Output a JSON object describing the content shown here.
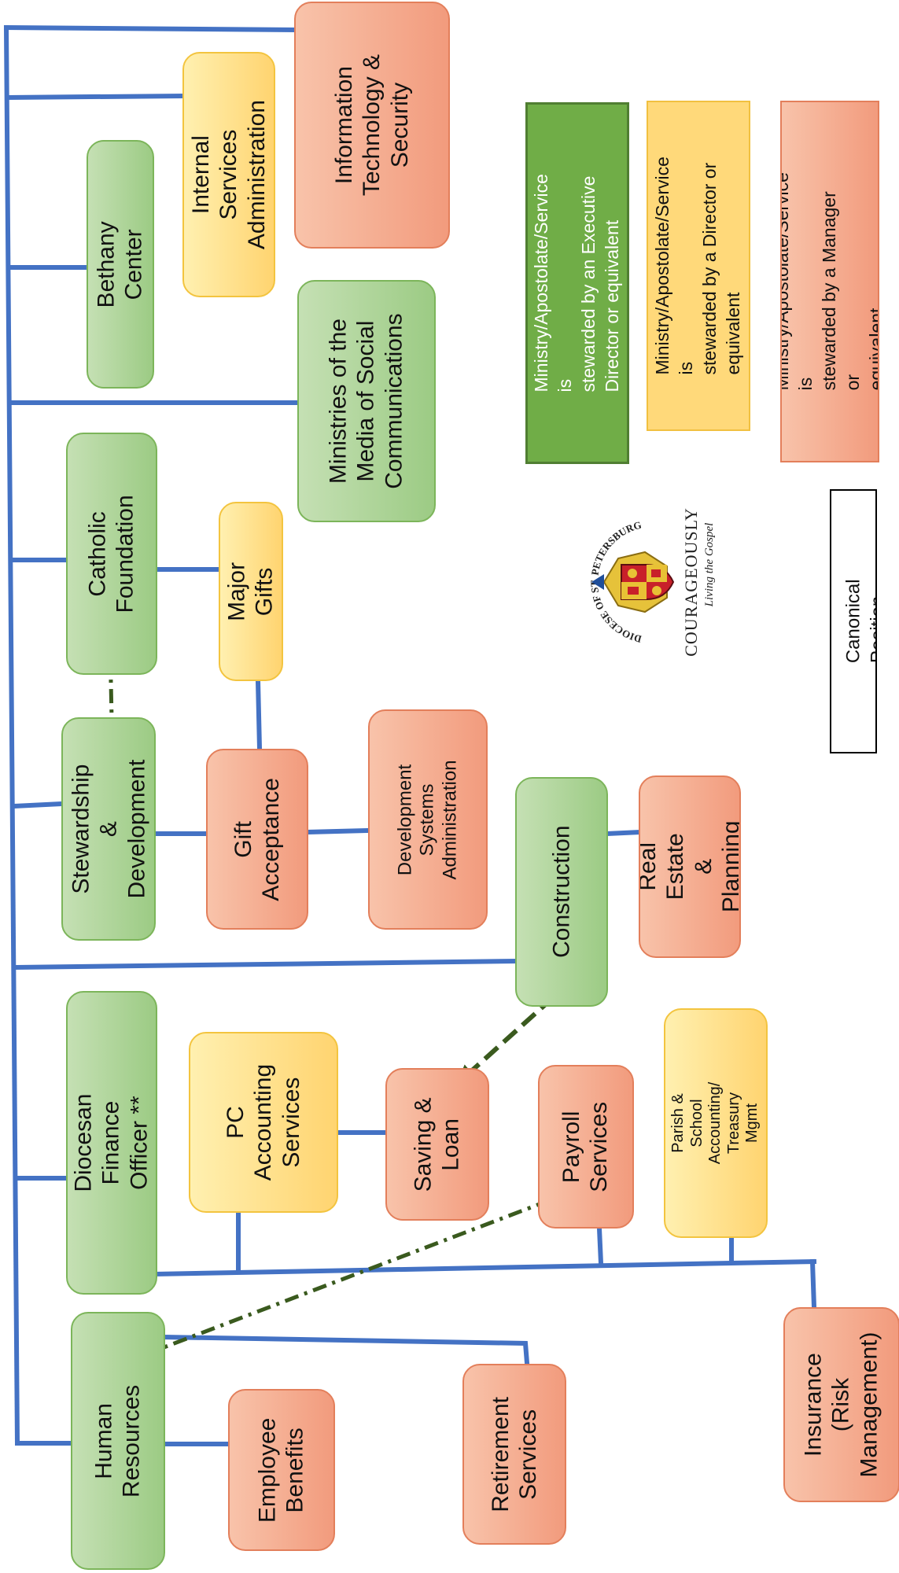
{
  "nodes": {
    "info_tech": {
      "label": "Information\nTechnology &\nSecurity",
      "level": "manager"
    },
    "internal_services": {
      "label": "Internal Services\nAdministration",
      "level": "director"
    },
    "bethany_center": {
      "label": "Bethany Center",
      "level": "executive"
    },
    "media_social": {
      "label": "Ministries of the\nMedia of Social\nCommunications",
      "level": "executive"
    },
    "catholic_foundation": {
      "label": "Catholic\nFoundation",
      "level": "executive"
    },
    "major_gifts": {
      "label": "Major Gifts",
      "level": "director"
    },
    "stewardship": {
      "label": "Stewardship &\nDevelopment",
      "level": "executive"
    },
    "gift_acceptance": {
      "label": "Gift\nAcceptance",
      "level": "manager"
    },
    "dev_systems": {
      "label": "Development\nSystems\nAdministration",
      "level": "manager"
    },
    "construction": {
      "label": "Construction",
      "level": "executive"
    },
    "real_estate": {
      "label": "Real Estate\n& Planning",
      "level": "manager"
    },
    "finance_officer": {
      "label": "Diocesan Finance\nOfficer **",
      "level": "executive"
    },
    "pc_accounting": {
      "label": "PC\nAccounting\nServices",
      "level": "director"
    },
    "saving_loan": {
      "label": "Saving &\nLoan",
      "level": "manager"
    },
    "payroll": {
      "label": "Payroll\nServices",
      "level": "manager"
    },
    "parish_school": {
      "label": "Parish & School\nAccounting/\nTreasury Mgmt",
      "level": "director"
    },
    "human_resources": {
      "label": "Human Resources",
      "level": "executive"
    },
    "employee_benefits": {
      "label": "Employee\nBenefits",
      "level": "manager"
    },
    "retirement": {
      "label": "Retirement\nServices",
      "level": "manager"
    },
    "insurance": {
      "label": "Insurance\n(Risk\nManagement)",
      "level": "manager"
    }
  },
  "legend": {
    "executive": "Ministry/Apostolate/Service is\nstewarded by an Executive\nDirector or equivalent",
    "director": "Ministry/Apostolate/Service is\nstewarded by a Director or\nequivalent",
    "manager": "Ministry/Apostolate/Service is\nstewarded by a Manager or\nequivalent",
    "canonical": "** Canonical Position"
  },
  "logo": {
    "seal_text": "DIOCESE OF ST. PETERSBURG",
    "motto": "COURAGEOUSLY",
    "tagline": "Living the Gospel"
  },
  "colors": {
    "connector": "#4472c4",
    "dashed_arrow": "#3a5a1e",
    "executive": "#70ad47",
    "director": "#ffd966",
    "manager": "#f4a582"
  }
}
